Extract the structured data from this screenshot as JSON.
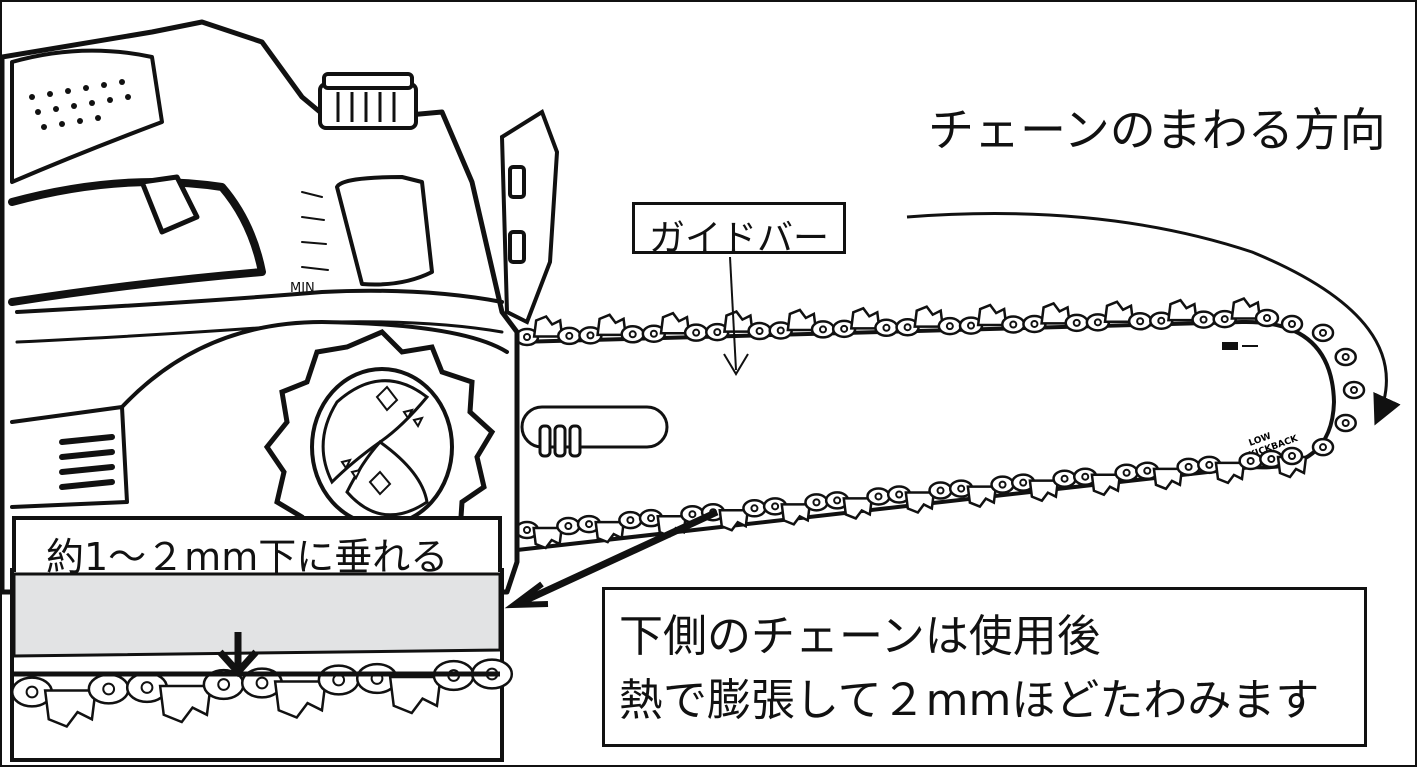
{
  "labels": {
    "direction": "チェーンのまわる方向",
    "guide_bar": "ガイドバー",
    "sag": "約1～２mm下に垂れる",
    "note_line_1": "下側のチェーンは使用後",
    "note_line_2": "熱で膨張して２mmほどたわみます"
  },
  "engraved": {
    "min_mark": "MIN",
    "bar_print_1": "LOW",
    "bar_print_2": "KICKBACK"
  },
  "colors": {
    "line": "#111111",
    "bar_fill": "#e2e3e4",
    "background": "#ffffff"
  },
  "icons": [
    "chainsaw-body",
    "oil-cap",
    "tension-knob",
    "guide-bar",
    "saw-chain",
    "rotation-arrow",
    "pointer-arrow"
  ]
}
